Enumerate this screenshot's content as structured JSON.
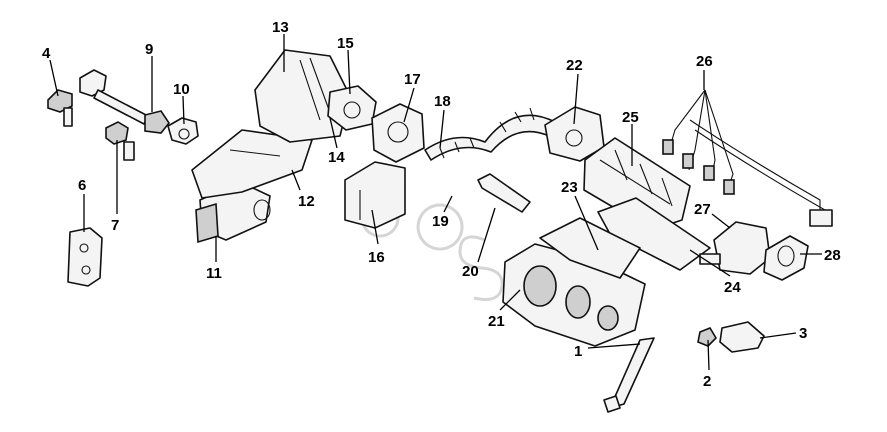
{
  "callouts": {
    "c1": "1",
    "c2": "2",
    "c3": "3",
    "c4": "4",
    "c6": "6",
    "c7": "7",
    "c9": "9",
    "c10": "10",
    "c11": "11",
    "c12": "12",
    "c13": "13",
    "c14": "14",
    "c15": "15",
    "c16": "16",
    "c17": "17",
    "c18": "18",
    "c19": "19",
    "c20": "20",
    "c21": "21",
    "c22": "22",
    "c23": "23",
    "c24": "24",
    "c25": "25",
    "c26": "26",
    "c27": "27",
    "c28": "28"
  }
}
